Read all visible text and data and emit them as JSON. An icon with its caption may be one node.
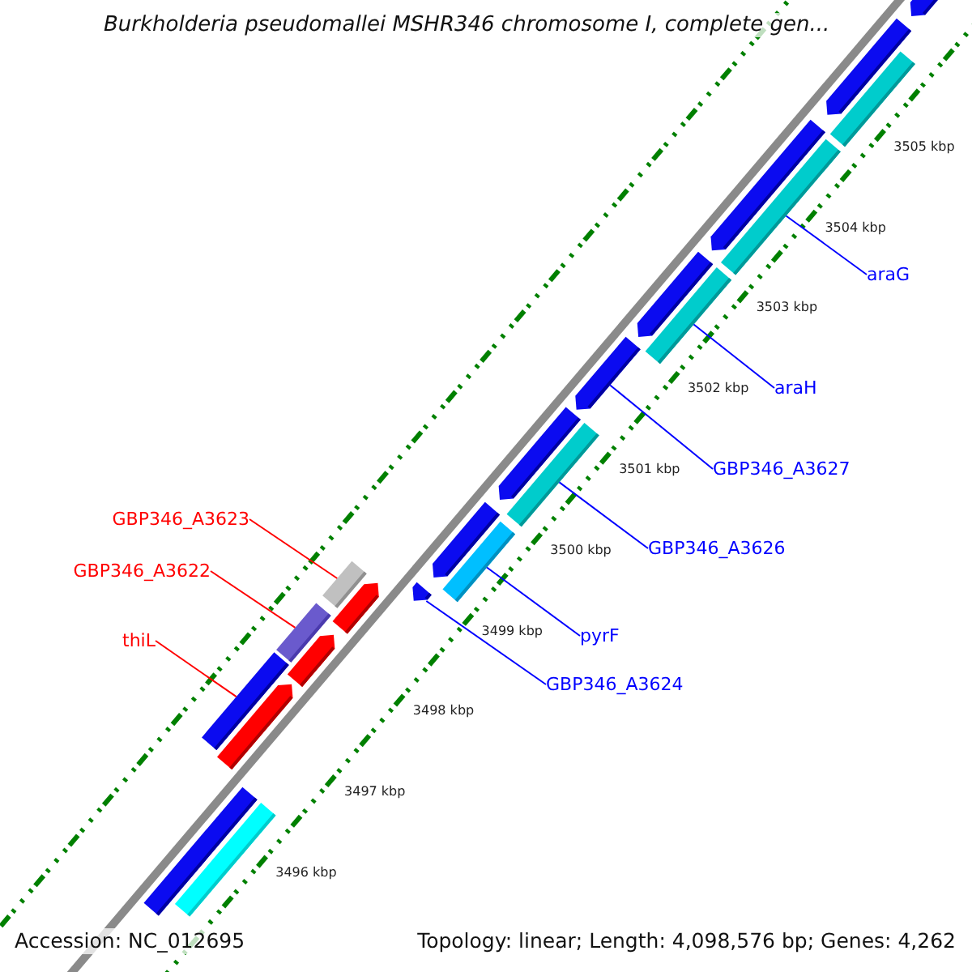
{
  "diagram": {
    "title": "Burkholderia pseudomallei MSHR346 chromosome I, complete gen...",
    "nodes": [
      {
        "text": [
          "araG"
        ]
      },
      {
        "text": [],
        "shape": "bar"
      },
      {
        "text": [
          "araH"
        ]
      },
      {
        "text": [],
        "shape": "bar"
      },
      {
        "text": [
          "GBP346_A3627"
        ]
      },
      {
        "text": [],
        "shape": "bar"
      },
      {
        "text": [
          "GBP346_A3626"
        ]
      },
      {
        "text": [],
        "shape": "bar"
      },
      {
        "text": [
          "pyrF"
        ]
      },
      {
        "text": [],
        "shape": "bar"
      },
      {
        "text": [
          "GBP346_A3624"
        ]
      },
      {
        "text": [],
        "shape": "bar"
      },
      {
        "text": [
          "GBP346_A3623"
        ]
      },
      {
        "text": [],
        "shape": "bar"
      },
      {
        "text": [
          "GBP346_A3622"
        ]
      },
      {
        "text": [],
        "shape": "bar"
      },
      {
        "text": [
          "thiL"
        ]
      },
      {
        "text": [],
        "shape": "bar"
      },
      {
        "text": [],
        "shape": "bar"
      },
      {
        "text": [],
        "shape": "bar"
      },
      {
        "text": [],
        "shape": "bar"
      },
      {
        "text": [],
        "shape": "bar"
      },
      {
        "text": [],
        "shape": "bar"
      },
      {
        "text": [],
        "shape": "bar"
      },
      {
        "text": [],
        "shape": "bar"
      },
      {
        "text": [],
        "shape": "bar"
      },
      {
        "text": [],
        "shape": "bar"
      },
      {
        "text": [],
        "shape": "bar"
      },
      {
        "text": [],
        "shape": "bar"
      },
      {
        "text": [],
        "shape": "bar"
      }
    ],
    "edges": [
      {
        "from": 0,
        "to": 1,
        "arrow": "none"
      },
      {
        "from": 2,
        "to": 3,
        "arrow": "none"
      },
      {
        "from": 4,
        "to": 5,
        "arrow": "none"
      },
      {
        "from": 6,
        "to": 7,
        "arrow": "none"
      },
      {
        "from": 8,
        "to": 9,
        "arrow": "none"
      },
      {
        "from": 10,
        "to": 11,
        "arrow": "none"
      },
      {
        "from": 12,
        "to": 13,
        "arrow": "none",
        "color": "#ff0000"
      },
      {
        "from": 14,
        "to": 15,
        "arrow": "none",
        "color": "#ff0000"
      },
      {
        "from": 16,
        "to": 17,
        "arrow": "none",
        "color": "#ff0000"
      }
    ],
    "labels": [
      "3505 kbp",
      "3504 kbp",
      "3503 kbp",
      "3502 kbp",
      "3501 kbp",
      "3500 kbp",
      "3499 kbp",
      "3498 kbp",
      "3497 kbp",
      "3496 kbp",
      "Accession: NC_012695",
      "Topology: linear; Length: 4,098,576 bp; Genes: 4,262"
    ]
  }
}
